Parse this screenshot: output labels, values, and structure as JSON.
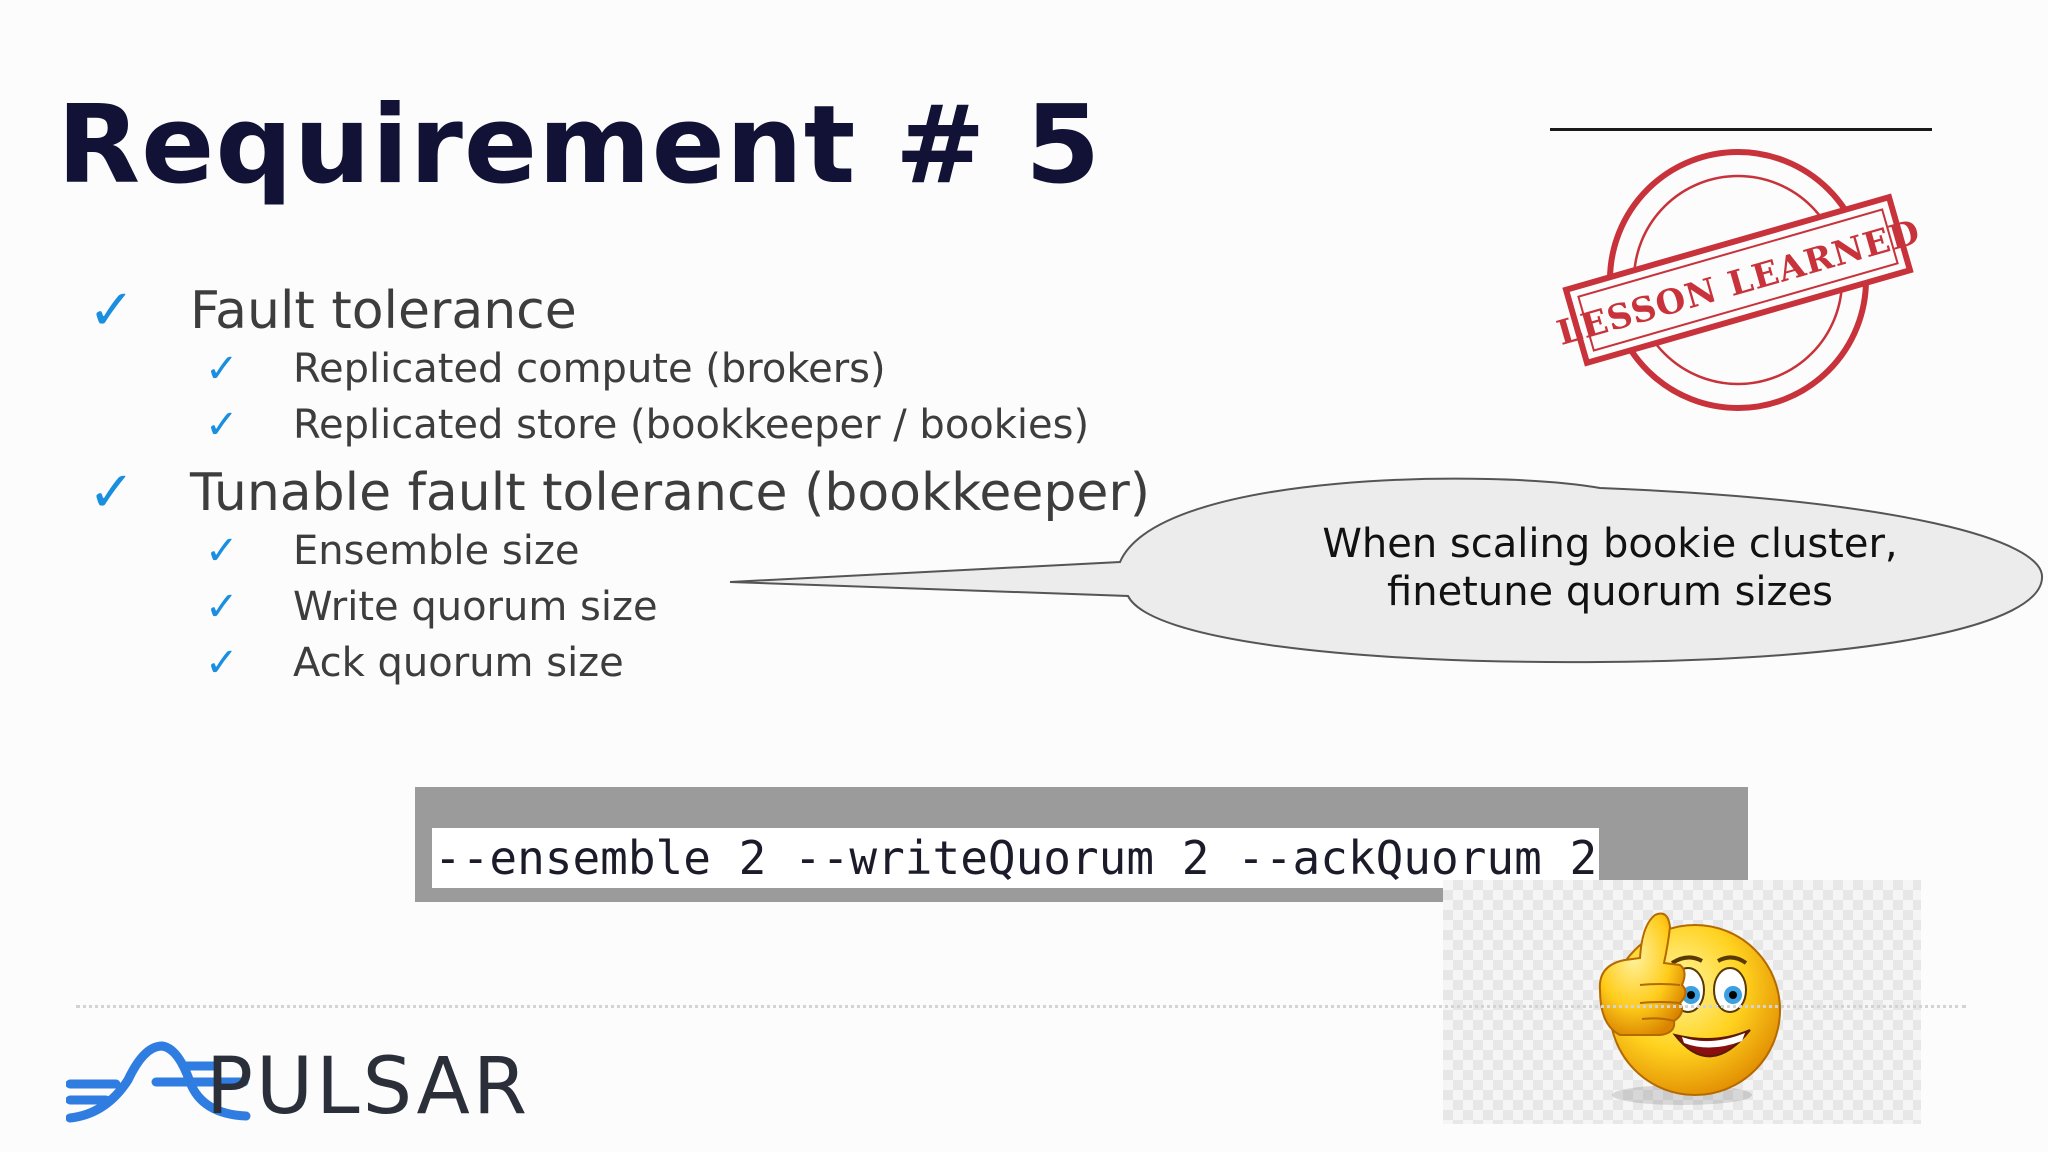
{
  "slide": {
    "title": "Requirement # 5",
    "bullets": [
      {
        "check": "✓",
        "text": "Fault tolerance",
        "children": [
          {
            "check": "✓",
            "text": "Replicated compute (brokers)"
          },
          {
            "check": "✓",
            "text": "Replicated store (bookkeeper / bookies)"
          }
        ]
      },
      {
        "check": "✓",
        "text": "Tunable fault tolerance (bookkeeper)",
        "children": [
          {
            "check": "✓",
            "text": "Ensemble size"
          },
          {
            "check": "✓",
            "text": "Write quorum size"
          },
          {
            "check": "✓",
            "text": "Ack quorum size"
          }
        ]
      }
    ],
    "callout": {
      "line1": "When scaling bookie cluster,",
      "line2": "finetune quorum sizes"
    },
    "command": "--ensemble 2 --writeQuorum 2 --ackQuorum 2",
    "stamp_text": "LESSON LEARNED",
    "logo_text": "PULSAR",
    "colors": {
      "title": "#111235",
      "check": "#1a8fe0",
      "stamp": "#c8323a",
      "logo_blue": "#2f7de1"
    },
    "icons": {
      "emoji": "thumbs-up-smiley-icon",
      "logo": "pulsar-logo-icon",
      "stamp": "lesson-learned-stamp"
    }
  }
}
